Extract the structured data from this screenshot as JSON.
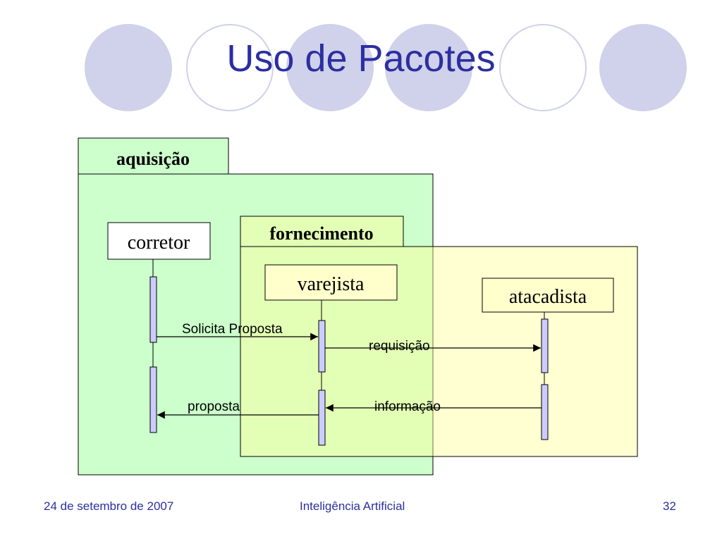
{
  "slide": {
    "title": "Uso de Pacotes",
    "footer_date": "24 de setembro de 2007",
    "footer_course": "Inteligência Artificial",
    "footer_page": "32"
  },
  "colors": {
    "title": "#2b2fa0",
    "decor_circle": "#d0d1ea",
    "package_aquisicao_fill": "#ccffcc",
    "package_fornecimento_fill": "#ffffcc",
    "activation_fill": "#ccccff"
  },
  "diagram": {
    "packages": {
      "aquisicao": {
        "name": "aquisição"
      },
      "fornecimento": {
        "name": "fornecimento"
      }
    },
    "objects": {
      "corretor": "corretor",
      "varejista": "varejista",
      "atacadista": "atacadista"
    },
    "messages": {
      "solicita": "Solicita Proposta",
      "requisicao": "requisição",
      "informacao": "informação",
      "proposta": "proposta"
    }
  }
}
